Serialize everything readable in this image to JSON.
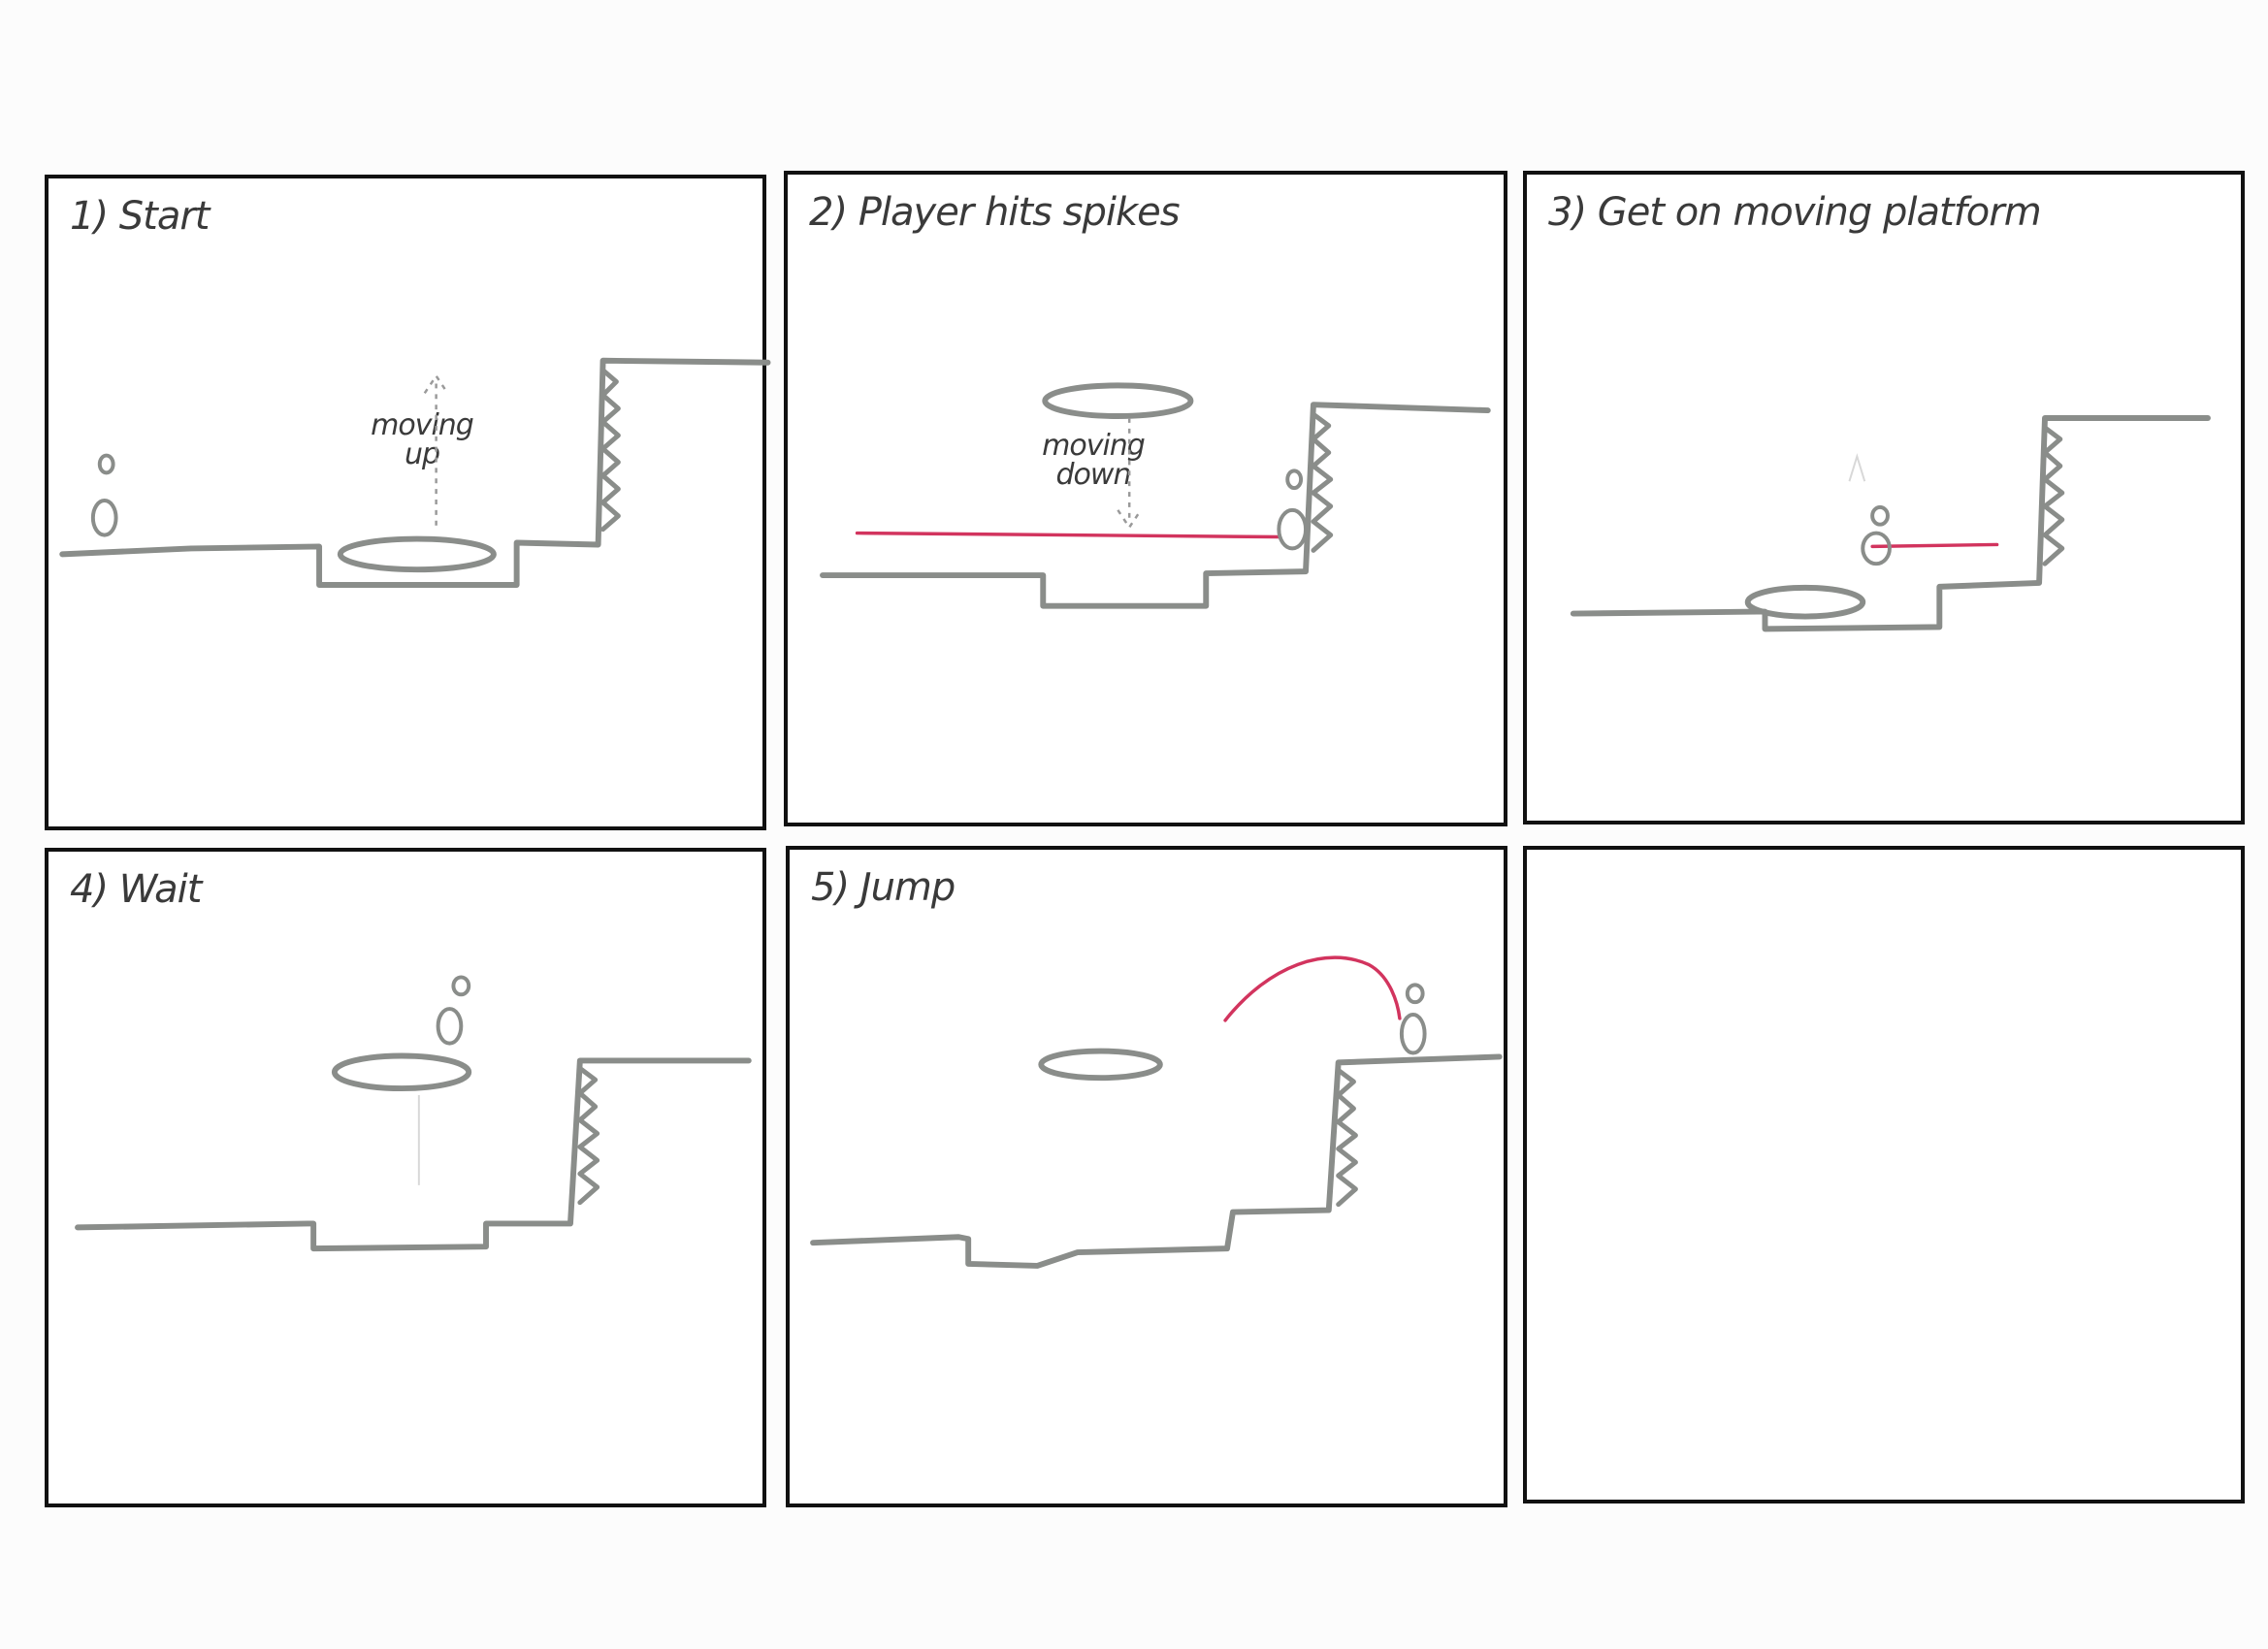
{
  "storyboard": {
    "panels": [
      {
        "caption": "1) Start",
        "notes": [
          "moving\nup"
        ]
      },
      {
        "caption": "2) Player hits spikes",
        "notes": [
          "moving\ndown"
        ]
      },
      {
        "caption": "3) Get on moving platform",
        "notes": []
      },
      {
        "caption": "4) Wait",
        "notes": []
      },
      {
        "caption": "5) Jump",
        "notes": []
      },
      {
        "caption": "",
        "notes": []
      }
    ]
  },
  "colors": {
    "border": "#111111",
    "pencil": "#8a8d8a",
    "player_path": "#d2345e"
  }
}
